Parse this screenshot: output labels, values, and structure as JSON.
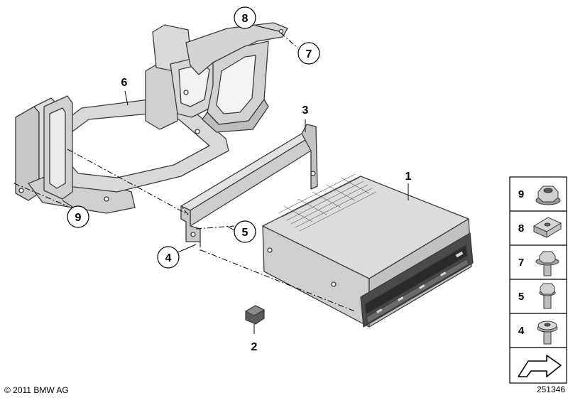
{
  "callouts": {
    "c1": "1",
    "c2": "2",
    "c3": "3",
    "c4": "4",
    "c5": "5",
    "c6": "6",
    "c7": "7",
    "c8": "8",
    "c9": "9"
  },
  "legend": {
    "items": [
      {
        "number": "9",
        "icon": "hex-flange-nut-icon"
      },
      {
        "number": "8",
        "icon": "clip-nut-icon"
      },
      {
        "number": "7",
        "icon": "hex-bolt-with-washer-icon"
      },
      {
        "number": "5",
        "icon": "hex-bolt-icon"
      },
      {
        "number": "4",
        "icon": "torx-bolt-icon"
      }
    ],
    "nav_icon": "arrow-right-icon"
  },
  "footer": {
    "copyright": "© 2011 BMW AG",
    "diagram_number": "251346"
  }
}
